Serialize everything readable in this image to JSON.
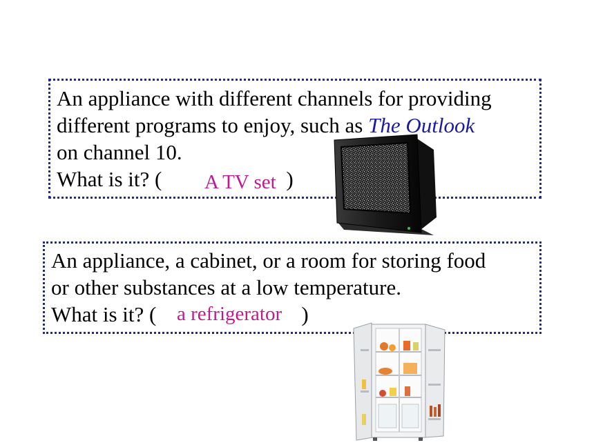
{
  "question1": {
    "line1": "An appliance with different channels for providing",
    "line2_prefix": "different programs to enjoy, such as ",
    "line2_italic": "The Outlook",
    "line3": "on channel 10.",
    "line4_prefix": "What is it? (",
    "line4_suffix": ")",
    "answer": "A TV set",
    "image_icon": "tv-set-image"
  },
  "question2": {
    "line1": "An appliance, a cabinet, or a room for storing food",
    "line2": "or other substances at a low temperature.",
    "line3_prefix": "What is it? (",
    "line3_suffix": ")",
    "answer": "a refrigerator",
    "image_icon": "refrigerator-image"
  },
  "colors": {
    "border": "#1f2a8a",
    "answer": "#c21a8c",
    "italic": "#1a1aa6"
  }
}
